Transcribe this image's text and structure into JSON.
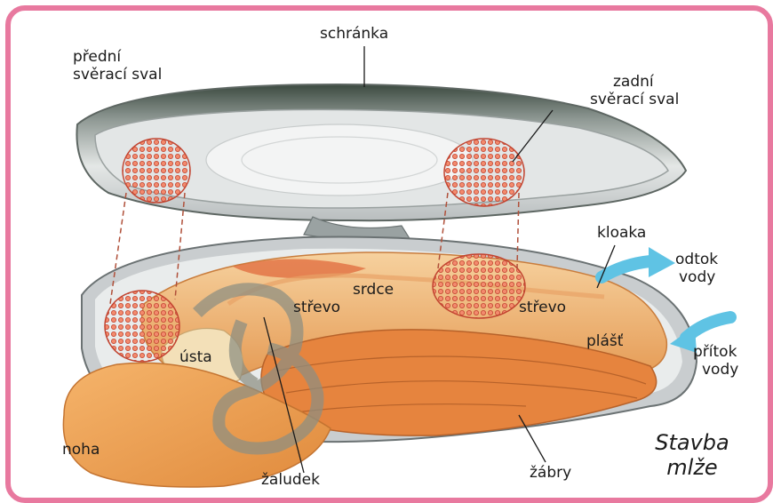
{
  "labels": {
    "schranka": "schránka",
    "predni_1": "přední",
    "predni_2": "svěrací sval",
    "zadni_1": "zadní",
    "zadni_2": "svěrací sval",
    "kloaka": "kloaka",
    "odtok_1": "odtok",
    "odtok_2": "vody",
    "srdce": "srdce",
    "strevo_left": "střevo",
    "strevo_right": "střevo",
    "plast": "plášť",
    "pritok_1": "přítok",
    "pritok_2": "vody",
    "usta": "ústa",
    "noha": "noha",
    "zaludek": "žaludek",
    "zabry": "žábry"
  },
  "title": {
    "line1": "Stavba",
    "line2": "mlže"
  },
  "colors": {
    "frame": "#e8799f",
    "arrow": "#5fc3e4",
    "muscle": "#e8684f",
    "body": "#f0b978",
    "foot": "#f0a35a",
    "shell": "#c9cdcf"
  }
}
